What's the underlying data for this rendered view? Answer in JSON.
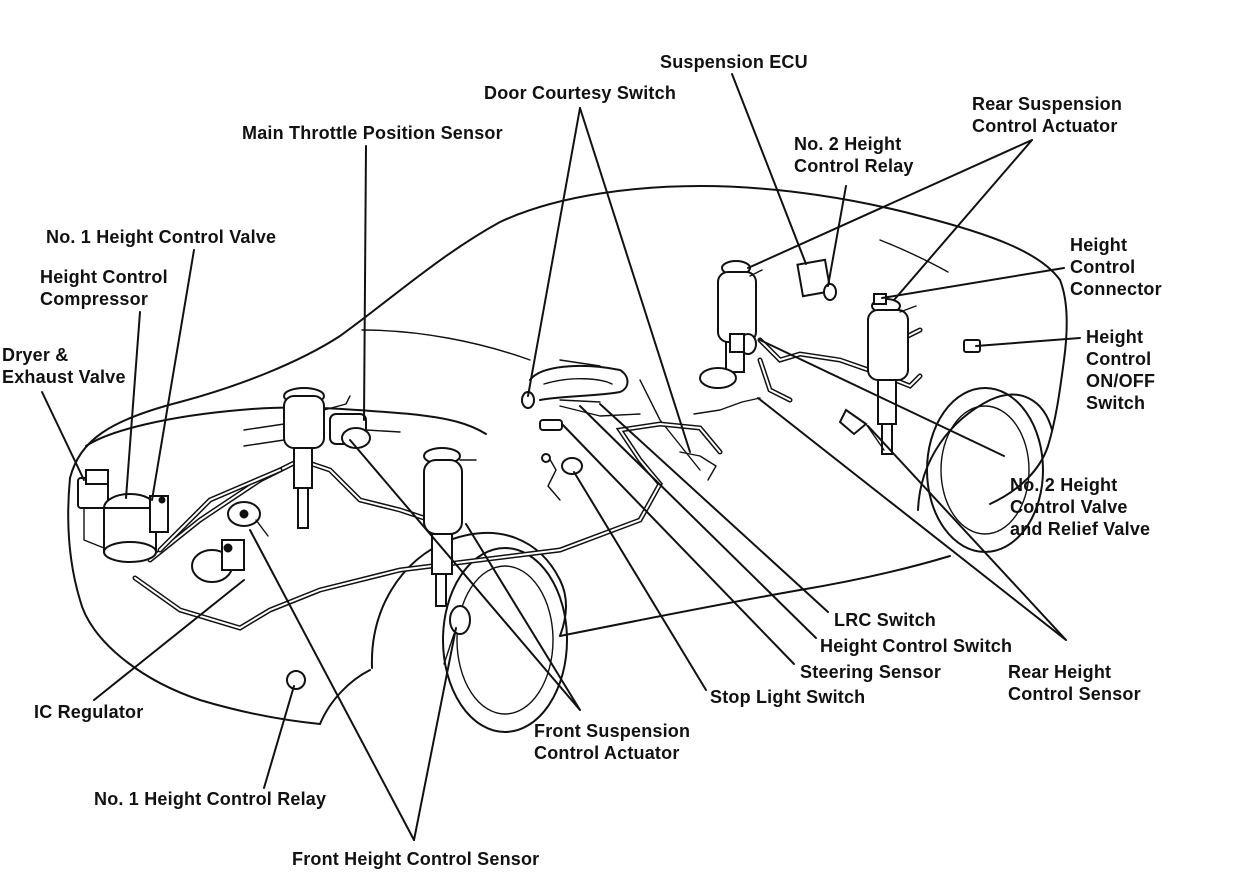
{
  "labels": {
    "suspension_ecu": "Suspension ECU",
    "door_courtesy_switch": "Door Courtesy Switch",
    "rear_suspension_control_actuator": [
      "Rear Suspension",
      "Control Actuator"
    ],
    "no2_height_control_relay": [
      "No. 2 Height",
      "Control Relay"
    ],
    "main_throttle_position_sensor": "Main Throttle Position Sensor",
    "no1_height_control_valve": "No. 1 Height Control Valve",
    "height_control_compressor": [
      "Height Control",
      "Compressor"
    ],
    "height_control_connector": [
      "Height",
      "Control",
      "Connector"
    ],
    "height_control_onoff_switch": [
      "Height",
      "Control",
      "ON/OFF",
      "Switch"
    ],
    "dryer_exhaust_valve": [
      "Dryer &",
      "Exhaust Valve"
    ],
    "no2_height_control_valve_relief": [
      "No. 2 Height",
      "Control Valve",
      "and Relief Valve"
    ],
    "lrc_switch": "LRC Switch",
    "height_control_switch": "Height Control Switch",
    "steering_sensor": "Steering Sensor",
    "stop_light_switch": "Stop Light Switch",
    "rear_height_control_sensor": [
      "Rear Height",
      "Control Sensor"
    ],
    "ic_regulator": "IC Regulator",
    "front_suspension_control_actuator": [
      "Front Suspension",
      "Control Actuator"
    ],
    "no1_height_control_relay": "No. 1 Height Control Relay",
    "front_height_control_sensor": "Front Height Control Sensor"
  }
}
